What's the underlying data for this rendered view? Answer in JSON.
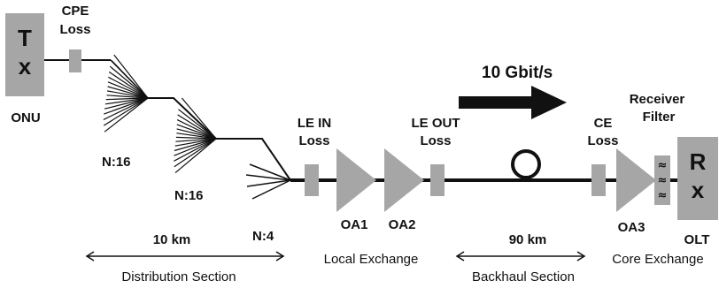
{
  "colors": {
    "component_fill": "#a6a6a6",
    "line": "#111111",
    "background": "#ffffff"
  },
  "transmitter": {
    "line1": "T",
    "line2": "x",
    "caption": "ONU"
  },
  "receiver": {
    "line1": "R",
    "line2": "x",
    "caption": "OLT"
  },
  "rate_label": "10 Gbit/s",
  "loss_labels": {
    "cpe": [
      "CPE",
      "Loss"
    ],
    "le_in": [
      "LE IN",
      "Loss"
    ],
    "le_out": [
      "LE OUT",
      "Loss"
    ],
    "ce": [
      "CE",
      "Loss"
    ]
  },
  "receiver_filter": [
    "Receiver",
    "Filter"
  ],
  "filter_symbol": "≈",
  "splitters": [
    "N:16",
    "N:16",
    "N:4"
  ],
  "amplifiers": [
    "OA1",
    "OA2",
    "OA3"
  ],
  "distances": [
    "10 km",
    "90 km"
  ],
  "sections": [
    "Distribution Section",
    "Local Exchange",
    "Backhaul Section",
    "Core Exchange"
  ]
}
